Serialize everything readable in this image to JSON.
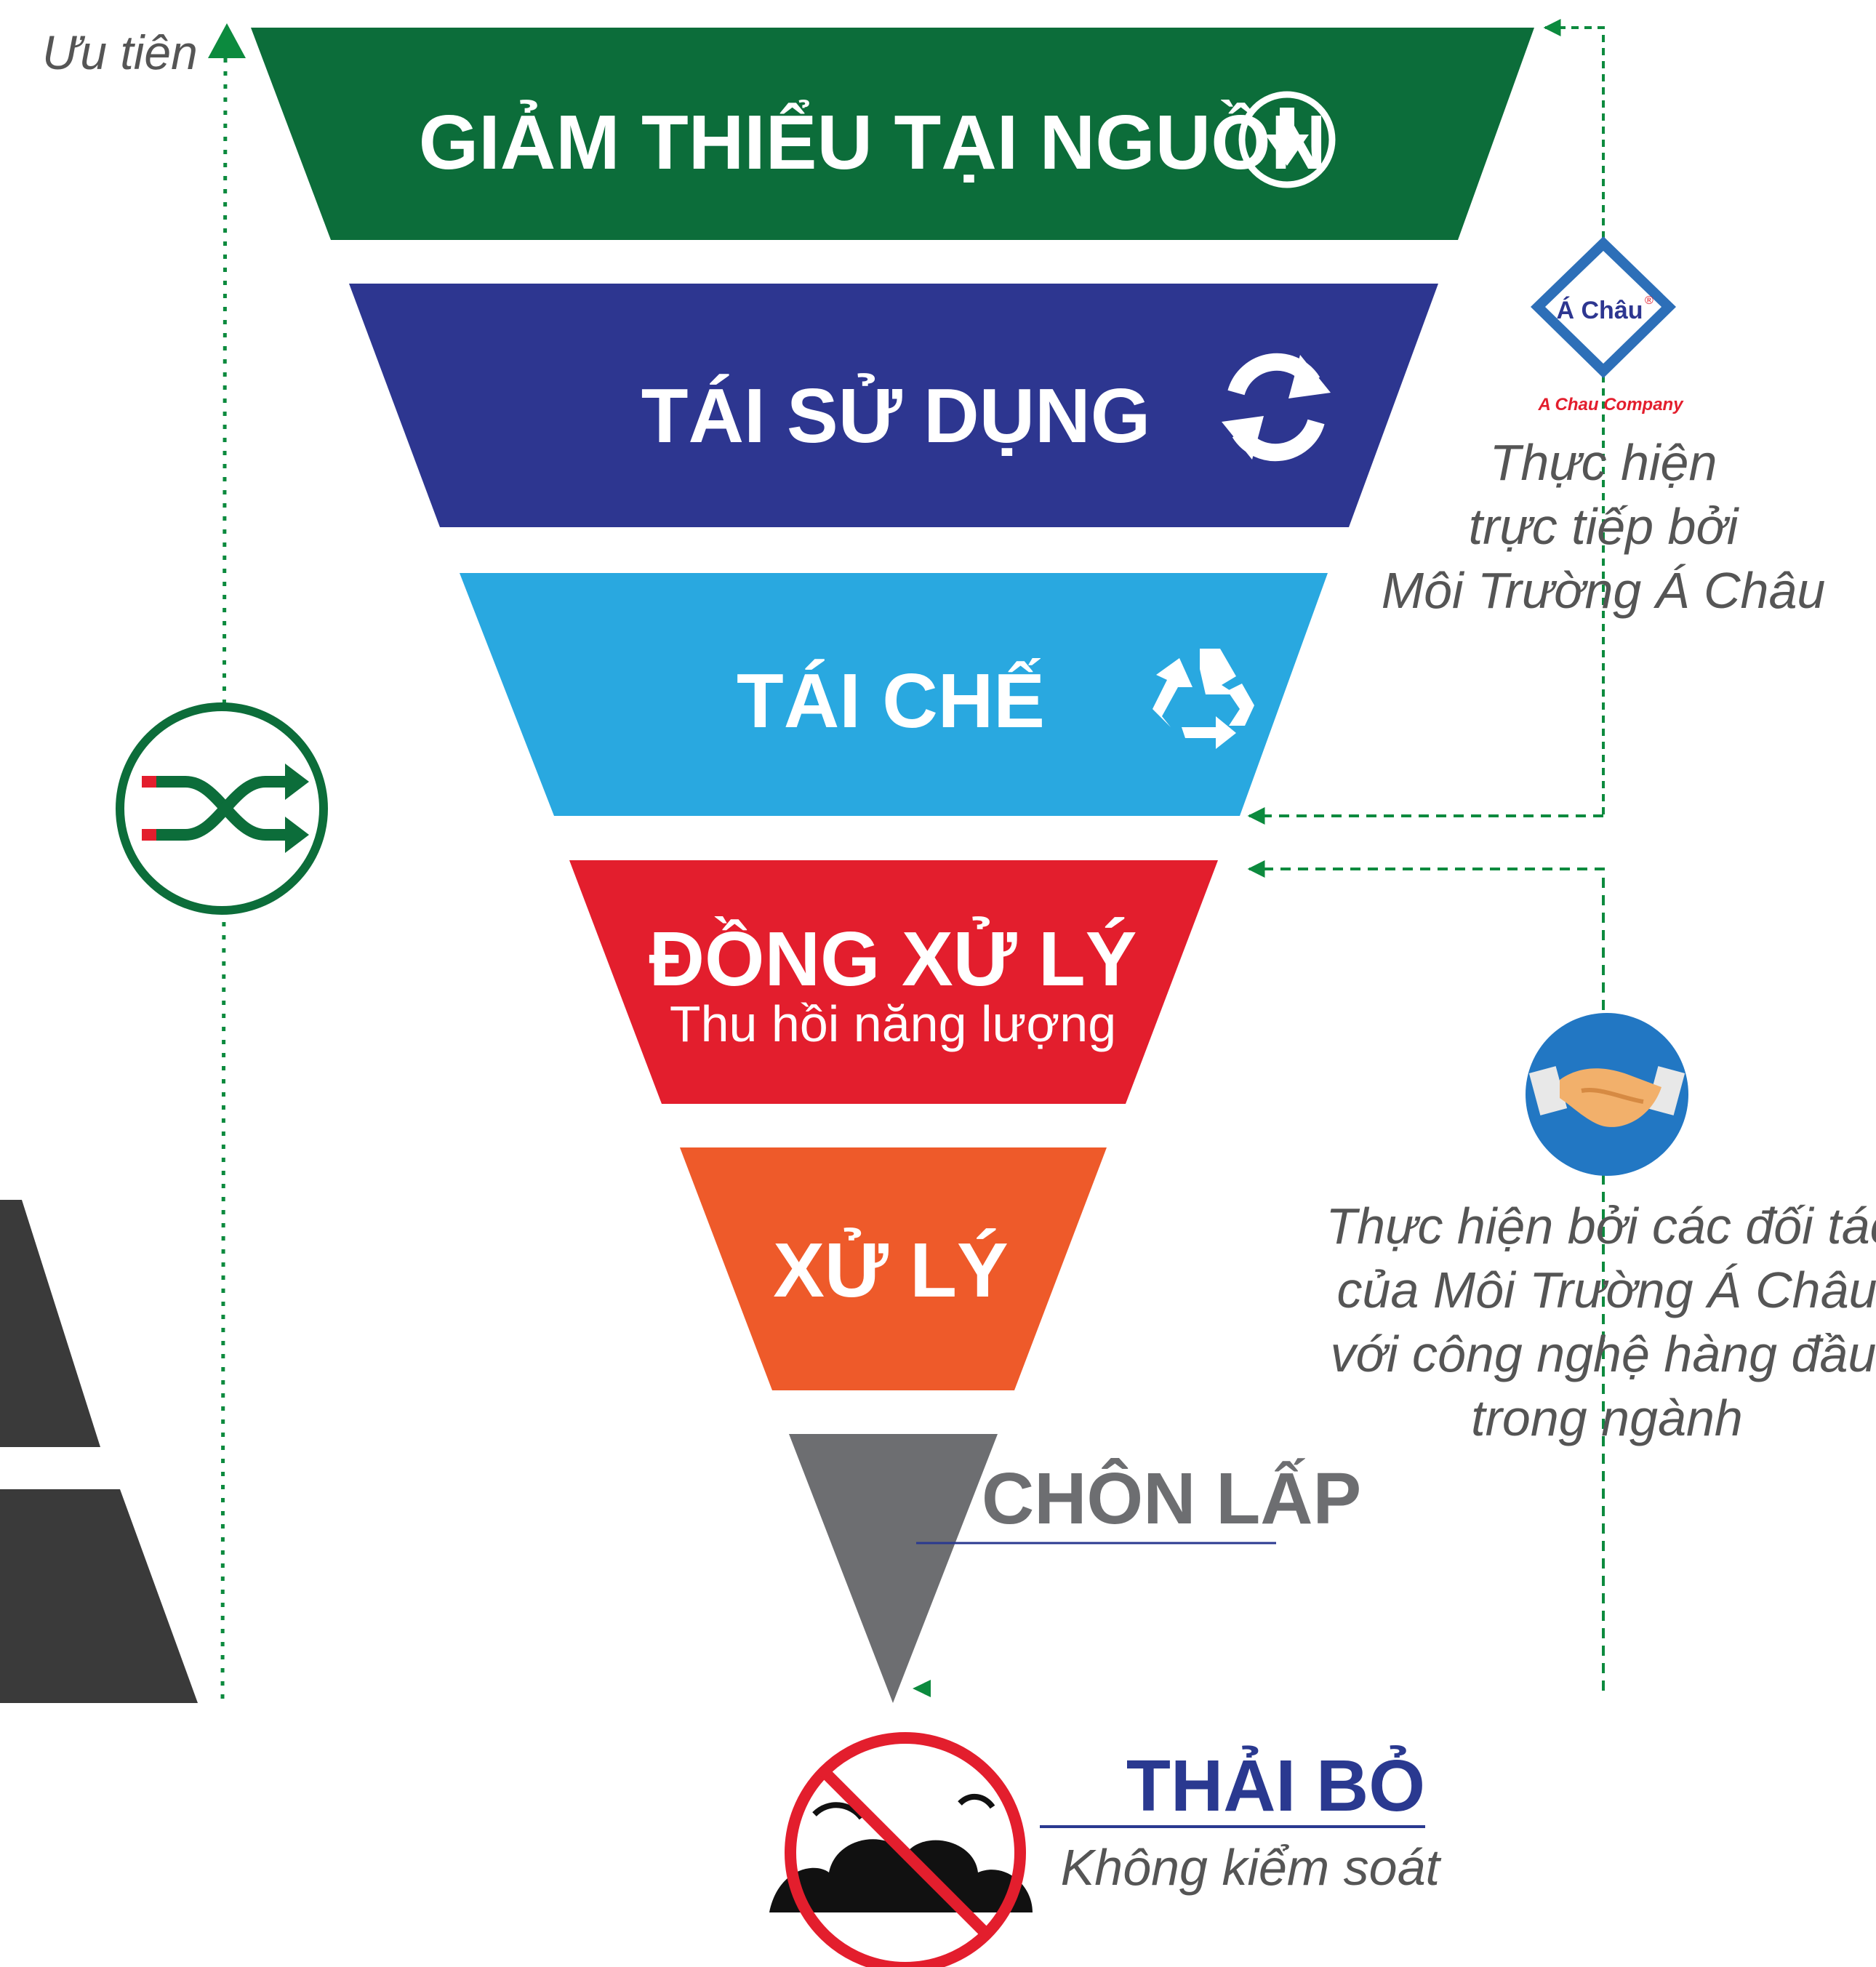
{
  "priority_label": "Ưu tiên",
  "tiers": [
    {
      "id": "tier-giam-thieu",
      "label": "GIẢM THIỂU TẠI NGUỒN",
      "color": "#0c6d3a",
      "icon": "arrow-down-circle-icon"
    },
    {
      "id": "tier-tai-su-dung",
      "label": "TÁI SỬ DỤNG",
      "color": "#2d3690",
      "icon": "reuse-arrows-icon"
    },
    {
      "id": "tier-tai-che",
      "label": "TÁI CHẾ",
      "color": "#29a8e0",
      "icon": "recycle-icon"
    },
    {
      "id": "tier-dong-xu-ly",
      "label": "ĐỒNG XỬ LÝ",
      "sublabel": "Thu hồi năng lượng",
      "color": "#e31e2d"
    },
    {
      "id": "tier-xu-ly",
      "label": "XỬ LÝ",
      "color": "#ee5a2a"
    },
    {
      "id": "tier-chon-lap",
      "label": "CHÔN LẤP",
      "color": "#6d6e71"
    }
  ],
  "discard": {
    "label": "THẢI BỎ",
    "sublabel": "Không kiểm soát",
    "icon": "no-burning-icon"
  },
  "company": {
    "logo_text": "Á Châu",
    "logo_mark": "®",
    "logo_caption": "A Chau Company",
    "note_lines": [
      "Thực hiện",
      "trực tiếp bởi",
      "Môi Trường Á Châu"
    ]
  },
  "partners": {
    "icon": "handshake-icon",
    "note_lines": [
      "Thực hiện bởi các đối tác",
      "của Môi Trường Á Châu",
      "với công nghệ hàng đầu",
      "trong ngành"
    ]
  },
  "colors": {
    "connector": "#0c8a3e",
    "text_gray": "#555555",
    "discard_blue": "#2a3990",
    "left_shape": "#3a3a3a"
  }
}
